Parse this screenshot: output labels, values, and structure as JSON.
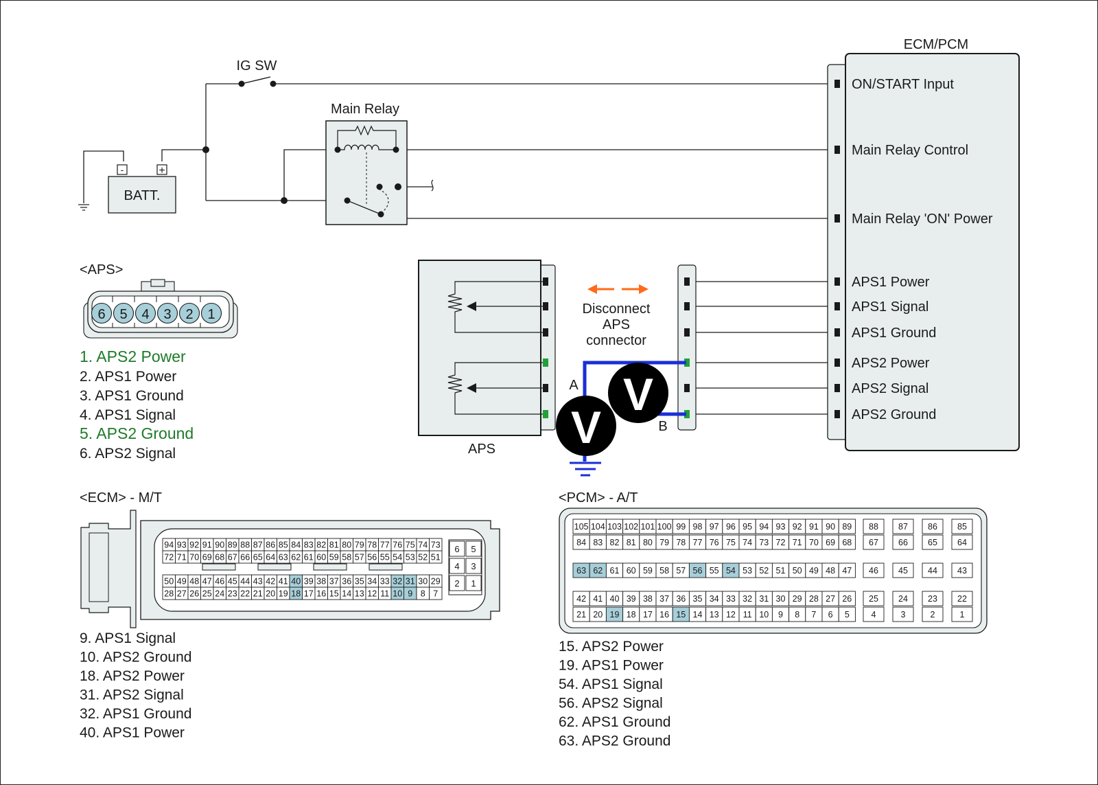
{
  "colors": {
    "wire": "#1a1a1a",
    "box_fill": "#e8eeee",
    "pin_hl": "#a7cfd9",
    "aps2_text": "#1f7a2a",
    "meter_wire": "#1a2fd6",
    "arrow": "#ff6a1a",
    "green_pin": "#22a03a"
  },
  "circuit": {
    "ecm_title": "ECM/PCM",
    "ecm_pins": [
      "ON/START Input",
      "Main Relay Control",
      "Main Relay 'ON' Power",
      "APS1 Power",
      "APS1 Signal",
      "APS1 Ground",
      "APS2 Power",
      "APS2 Signal",
      "APS2 Ground"
    ],
    "ig_sw": "IG SW",
    "main_relay": "Main Relay",
    "batt": "BATT.",
    "batt_minus": "-",
    "batt_plus": "+",
    "aps_label": "APS",
    "disconnect": [
      "Disconnect",
      "APS",
      "connector"
    ],
    "point_a": "A",
    "point_b": "B",
    "meter_symbol": "V"
  },
  "aps_connector": {
    "title": "<APS>",
    "pins": [
      "6",
      "5",
      "4",
      "3",
      "2",
      "1"
    ],
    "legend": [
      {
        "text": "1. APS2 Power",
        "hl": true
      },
      {
        "text": "2. APS1 Power",
        "hl": false
      },
      {
        "text": "3. APS1 Ground",
        "hl": false
      },
      {
        "text": "4. APS1 Signal",
        "hl": false
      },
      {
        "text": "5. APS2 Ground",
        "hl": true
      },
      {
        "text": "6. APS2 Signal",
        "hl": false
      }
    ]
  },
  "ecm_connector": {
    "title": "<ECM> - M/T",
    "rows": [
      [
        "94",
        "93",
        "92",
        "91",
        "90",
        "89",
        "88",
        "87",
        "86",
        "85",
        "84",
        "83",
        "82",
        "81",
        "80",
        "79",
        "78",
        "77",
        "76",
        "75",
        "74",
        "73"
      ],
      [
        "72",
        "71",
        "70",
        "69",
        "68",
        "67",
        "66",
        "65",
        "64",
        "63",
        "62",
        "61",
        "60",
        "59",
        "58",
        "57",
        "56",
        "55",
        "54",
        "53",
        "52",
        "51"
      ],
      [
        "50",
        "49",
        "48",
        "47",
        "46",
        "45",
        "44",
        "43",
        "42",
        "41",
        "40",
        "39",
        "38",
        "37",
        "36",
        "35",
        "34",
        "33",
        "32",
        "31",
        "30",
        "29"
      ],
      [
        "28",
        "27",
        "26",
        "25",
        "24",
        "23",
        "22",
        "21",
        "20",
        "19",
        "18",
        "17",
        "16",
        "15",
        "14",
        "13",
        "12",
        "11",
        "10",
        "9",
        "8",
        "7"
      ]
    ],
    "side": [
      [
        "6",
        "5"
      ],
      [
        "4",
        "3"
      ],
      [
        "2",
        "1"
      ]
    ],
    "highlighted": [
      "40",
      "18",
      "32",
      "31",
      "10",
      "9"
    ],
    "legend": [
      "9. APS1 Signal",
      "10. APS2 Ground",
      "18. APS2 Power",
      "31. APS2 Signal",
      "32. APS1 Ground",
      "40. APS1 Power"
    ]
  },
  "pcm_connector": {
    "title": "<PCM> - A/T",
    "rows": [
      [
        "105",
        "104",
        "103",
        "102",
        "101",
        "100",
        "99",
        "98",
        "97",
        "96",
        "95",
        "94",
        "93",
        "92",
        "91",
        "90",
        "89"
      ],
      [
        "84",
        "83",
        "82",
        "81",
        "80",
        "79",
        "78",
        "77",
        "76",
        "75",
        "74",
        "73",
        "72",
        "71",
        "70",
        "69",
        "68"
      ],
      [
        "63",
        "62",
        "61",
        "60",
        "59",
        "58",
        "57",
        "56",
        "55",
        "54",
        "53",
        "52",
        "51",
        "50",
        "49",
        "48",
        "47"
      ],
      [
        "42",
        "41",
        "40",
        "39",
        "38",
        "37",
        "36",
        "35",
        "34",
        "33",
        "32",
        "31",
        "30",
        "29",
        "28",
        "27",
        "26"
      ],
      [
        "21",
        "20",
        "19",
        "18",
        "17",
        "16",
        "15",
        "14",
        "13",
        "12",
        "11",
        "10",
        "9",
        "8",
        "7",
        "6",
        "5"
      ]
    ],
    "side": [
      [
        "88",
        "87",
        "86",
        "85"
      ],
      [
        "67",
        "66",
        "65",
        "64"
      ],
      [
        "46",
        "45",
        "44",
        "43"
      ],
      [
        "25",
        "24",
        "23",
        "22"
      ],
      [
        "4",
        "3",
        "2",
        "1"
      ]
    ],
    "highlighted": [
      "63",
      "62",
      "56",
      "54",
      "19",
      "15"
    ],
    "legend": [
      "15. APS2 Power",
      "19. APS1 Power",
      "54. APS1 Signal",
      "56. APS2 Signal",
      "62. APS1 Ground",
      "63. APS2 Ground"
    ]
  }
}
